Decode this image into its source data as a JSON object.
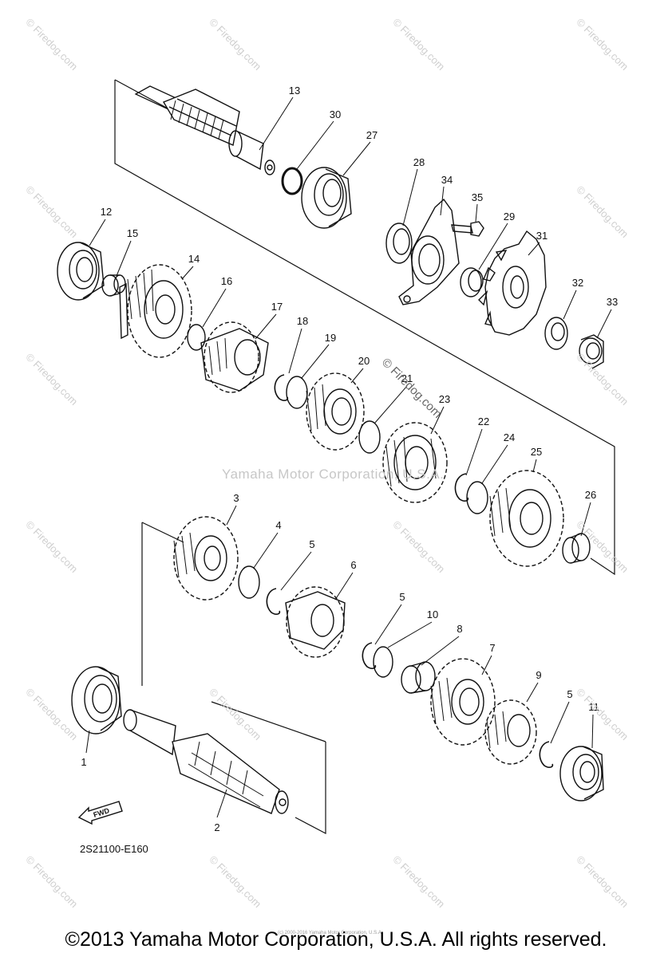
{
  "callouts": [
    "13",
    "30",
    "27",
    "28",
    "34",
    "35",
    "29",
    "31",
    "32",
    "33",
    "12",
    "15",
    "14",
    "16",
    "17",
    "18",
    "19",
    "20",
    "21",
    "23",
    "22",
    "24",
    "25",
    "26",
    "3",
    "4",
    "5",
    "6",
    "5",
    "10",
    "8",
    "7",
    "9",
    "5",
    "11",
    "1",
    "2"
  ],
  "part_code": "2S21100-E160",
  "fwd_label": "FWD",
  "center_watermark": "Yamaha Motor Corporation, U.S.A.",
  "firedog_watermark": "© Firedog.com",
  "corner_watermark": "© Firedog.com",
  "tiny_notice": "(c) 2000-2016 Yamaha Motor Corporation, U.S.A.",
  "copyright": "©2013 Yamaha Motor Corporation, U.S.A. All rights reserved."
}
